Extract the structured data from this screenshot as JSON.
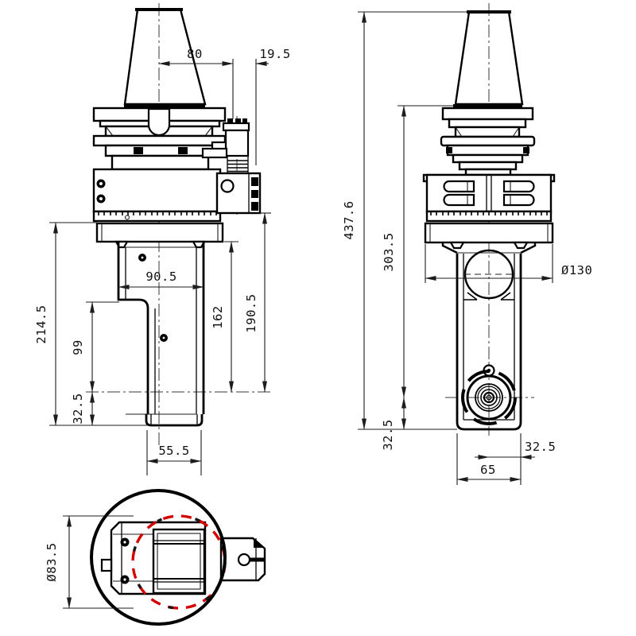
{
  "drawing": {
    "front_view": {
      "taper_to_block": "80",
      "block_offset": "19.5",
      "flange_to_bottom": "214.5",
      "step_to_axis": "99",
      "axis_to_bottom": "32.5",
      "arm_width": "90.5",
      "flange_to_axis": "162",
      "body_to_axis": "190.5",
      "nose_width": "55.5"
    },
    "side_view": {
      "overall_height": "437.6",
      "gauge_to_axis": "303.5",
      "flange_diameter": "Ø130",
      "axis_to_bottom": "32.5",
      "center_to_edge": "32.5",
      "arm_width": "65"
    },
    "bottom_view": {
      "envelope_diameter": "Ø83.5"
    },
    "colors": {
      "outline": "#000000",
      "dimension": "#1c1c1c",
      "envelope_red": "#d40000",
      "background": "#ffffff"
    }
  }
}
